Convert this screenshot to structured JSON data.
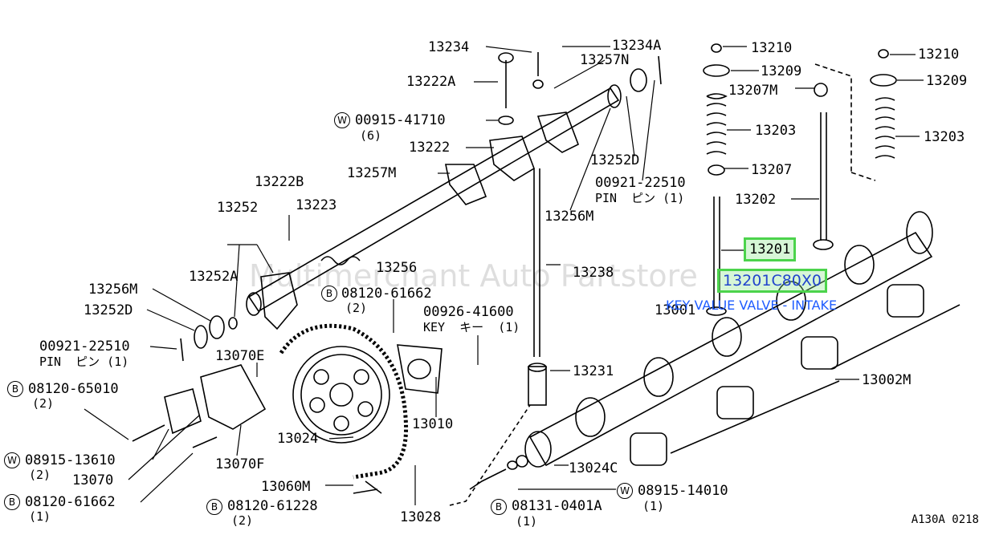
{
  "labels": {
    "p13234": "13234",
    "p13234a": "13234A",
    "p13257n": "13257N",
    "p13222a": "13222A",
    "w00915_41710": "00915-41710",
    "w00915_qty": "(6)",
    "p13222": "13222",
    "p13252d_top": "13252D",
    "p00921_22510_top": "00921-22510",
    "pin_top": "PIN  ピン (1)",
    "p13257m": "13257M",
    "p13222b": "13222B",
    "p13252": "13252",
    "p13223": "13223",
    "p13256m_top": "13256M",
    "p13252a": "13252A",
    "p13256": "13256",
    "b08120_61662_top": "08120-61662",
    "b08120_61662_top_qty": "(2)",
    "p13256m_left": "13256M",
    "p13252d_left": "13252D",
    "p00921_22510_left": "00921-22510",
    "pin_left": "PIN  ピン (1)",
    "p13070e": "13070E",
    "b08120_65010": "08120-65010",
    "b08120_65010_qty": "(2)",
    "w08915_13610": "08915-13610",
    "w08915_13610_qty": "(2)",
    "p13070": "13070",
    "b08120_61662_bot": "08120-61662",
    "b08120_61662_bot_qty": "(1)",
    "p13070f": "13070F",
    "p13024": "13024",
    "p13060m": "13060M",
    "b08120_61228": "08120-61228",
    "b08120_61228_qty": "(2)",
    "p13028": "13028",
    "p13010": "13010",
    "p00926_41600": "00926-41600",
    "key": "KEY  キー  (1)",
    "p13238": "13238",
    "p13231": "13231",
    "p13024c": "13024C",
    "w08915_14010": "08915-14010",
    "w08915_14010_qty": "(1)",
    "b08131_0401a": "08131-0401A",
    "b08131_0401a_qty": "(1)",
    "p13001": "13001",
    "p13210_a": "13210",
    "p13209_a": "13209",
    "p13207m": "13207M",
    "p13203_a": "13203",
    "p13207": "13207",
    "p13202": "13202",
    "p13201": "13201",
    "p13210_b": "13210",
    "p13209_b": "13209",
    "p13203_b": "13203",
    "p13002m": "13002M"
  },
  "circle_marks": {
    "w": "W",
    "b": "B"
  },
  "highlight": {
    "part_number": "13201C80X0",
    "description": "KEY VALUE VALVE - INTAKE"
  },
  "watermark": "Multimerchant Auto Partstore",
  "figure_ref": "A130A 0218",
  "colors": {
    "highlight_border": "#4cd34c",
    "highlight_text": "#1e5cff"
  }
}
